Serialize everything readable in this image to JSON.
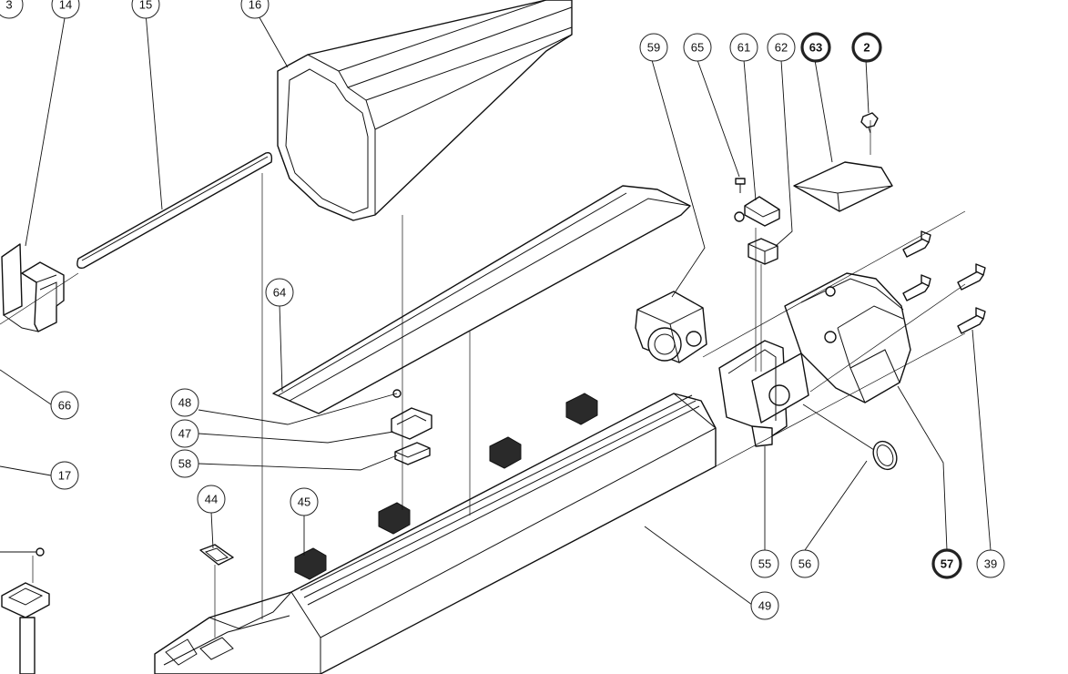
{
  "highlight_color": "#e0141e",
  "callouts": [
    {
      "id": "3",
      "label": "3",
      "highlighted": false
    },
    {
      "id": "14",
      "label": "14",
      "highlighted": false
    },
    {
      "id": "15",
      "label": "15",
      "highlighted": false
    },
    {
      "id": "16",
      "label": "16",
      "highlighted": false
    },
    {
      "id": "59",
      "label": "59",
      "highlighted": false
    },
    {
      "id": "65",
      "label": "65",
      "highlighted": false
    },
    {
      "id": "61",
      "label": "61",
      "highlighted": false
    },
    {
      "id": "62",
      "label": "62",
      "highlighted": false
    },
    {
      "id": "63",
      "label": "63",
      "highlighted": true
    },
    {
      "id": "2",
      "label": "2",
      "highlighted": true
    },
    {
      "id": "64",
      "label": "64",
      "highlighted": false
    },
    {
      "id": "66",
      "label": "66",
      "highlighted": false
    },
    {
      "id": "48",
      "label": "48",
      "highlighted": false
    },
    {
      "id": "47",
      "label": "47",
      "highlighted": false
    },
    {
      "id": "58",
      "label": "58",
      "highlighted": false
    },
    {
      "id": "17",
      "label": "17",
      "highlighted": false
    },
    {
      "id": "44",
      "label": "44",
      "highlighted": false
    },
    {
      "id": "45",
      "label": "45",
      "highlighted": false
    },
    {
      "id": "55",
      "label": "55",
      "highlighted": false
    },
    {
      "id": "56",
      "label": "56",
      "highlighted": false
    },
    {
      "id": "57",
      "label": "57",
      "highlighted": true
    },
    {
      "id": "39",
      "label": "39",
      "highlighted": false
    },
    {
      "id": "49",
      "label": "49",
      "highlighted": false
    }
  ]
}
